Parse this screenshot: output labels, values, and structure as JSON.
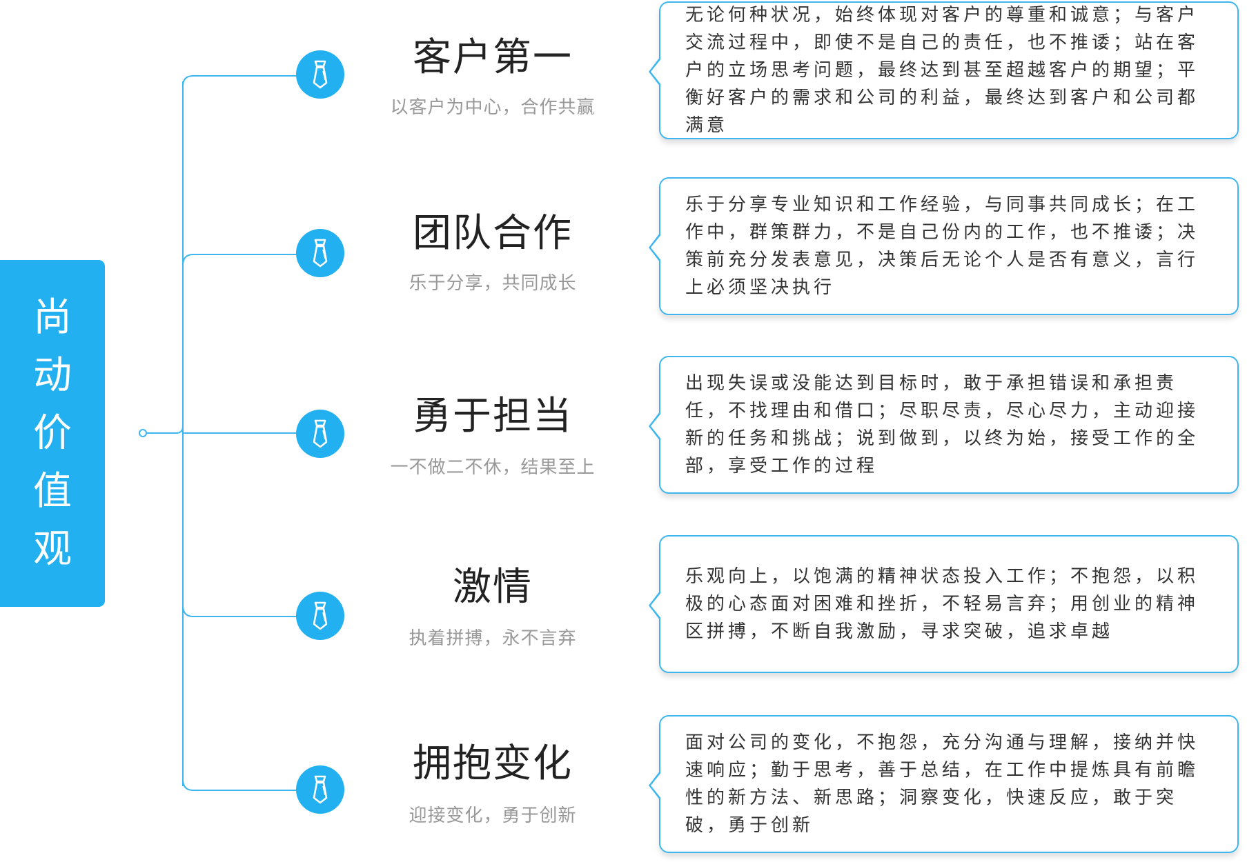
{
  "root": {
    "chars": [
      "尚",
      "动",
      "价",
      "值",
      "观"
    ]
  },
  "accent": "#22b0f0",
  "values": [
    {
      "title": "客户第一",
      "subtitle": "以客户为中心，合作共赢",
      "icon": "tie-icon",
      "description": "无论何种状况，始终体现对客户的尊重和诚意；与客户交流过程中，即使不是自己的责任，也不推诿；站在客户的立场思考问题，最终达到甚至超越客户的期望；平衡好客户的需求和公司的利益，最终达到客户和公司都满意"
    },
    {
      "title": "团队合作",
      "subtitle": "乐于分享，共同成长",
      "icon": "tie-icon",
      "description": "乐于分享专业知识和工作经验，与同事共同成长；在工作中，群策群力，不是自己份内的工作，也不推诿；决策前充分发表意见，决策后无论个人是否有意义，言行上必须坚决执行"
    },
    {
      "title": "勇于担当",
      "subtitle": "一不做二不休，结果至上",
      "icon": "tie-icon",
      "description": "出现失误或没能达到目标时，敢于承担错误和承担责任，不找理由和借口；尽职尽责，尽心尽力，主动迎接新的任务和挑战；说到做到，以终为始，接受工作的全部，享受工作的过程"
    },
    {
      "title": "激情",
      "subtitle": "执着拼搏，永不言弃",
      "icon": "tie-icon",
      "description": "乐观向上，以饱满的精神状态投入工作；不抱怨，以积极的心态面对困难和挫折，不轻易言弃；用创业的精神区拼搏，不断自我激励，寻求突破，追求卓越"
    },
    {
      "title": "拥抱变化",
      "subtitle": "迎接变化，勇于创新",
      "icon": "tie-icon",
      "description": "面对公司的变化，不抱怨，充分沟通与理解，接纳并快速响应；勤于思考，善于总结，在工作中提炼具有前瞻性的新方法、新思路；洞察变化，快速反应，敢于突破，勇于创新"
    }
  ]
}
